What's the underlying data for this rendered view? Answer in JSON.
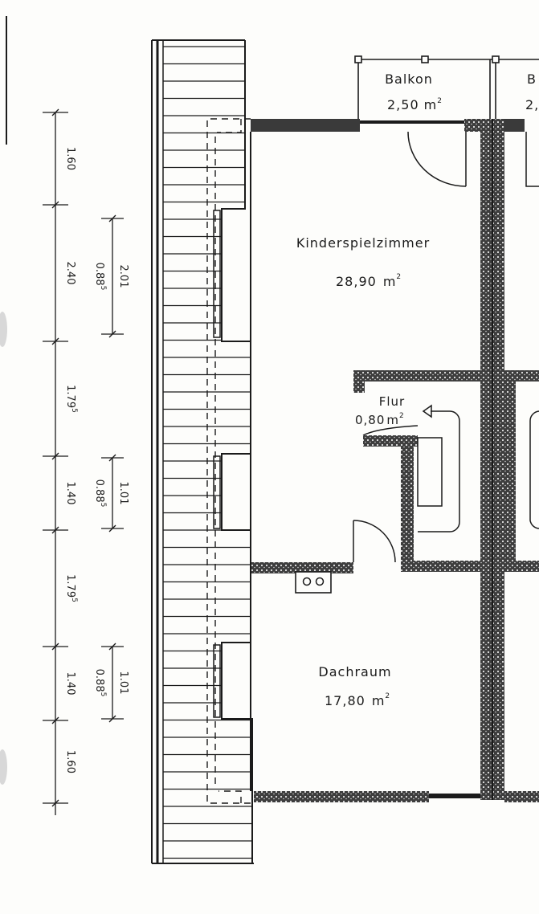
{
  "rooms": {
    "balkon_left": {
      "name": "Balkon",
      "area_value": "2,50",
      "area_unit": "m",
      "area_exp": "2"
    },
    "balkon_right": {
      "name": "B",
      "area_value": "2,"
    },
    "kinderspielzimmer": {
      "name": "Kinderspielzimmer",
      "area_value": "28,90",
      "area_unit": "m",
      "area_exp": "2"
    },
    "flur": {
      "name": "Flur",
      "area_value": "0,80",
      "area_unit": "m",
      "area_exp": "2"
    },
    "dachraum": {
      "name": "Dachraum",
      "area_value": "17,80",
      "area_unit": "m",
      "area_exp": "2"
    }
  },
  "outer_dimensions": [
    {
      "text": "1.60"
    },
    {
      "text": "2.40"
    },
    {
      "text": "1.79",
      "sup": "5"
    },
    {
      "text": "1.40"
    },
    {
      "text": "1.79",
      "sup": "5"
    },
    {
      "text": "1.40"
    },
    {
      "text": "1.60"
    }
  ],
  "window_dimensions": [
    {
      "height": "2.01",
      "sill": "0.88",
      "sill_sup": "5"
    },
    {
      "height": "1.01",
      "sill": "0.88",
      "sill_sup": "5"
    },
    {
      "height": "1.01",
      "sill": "0.88",
      "sill_sup": "5"
    }
  ],
  "colors": {
    "ink": "#1b1b1b",
    "paper": "#fdfdfb",
    "wall_fill": "#4a4a4a"
  }
}
